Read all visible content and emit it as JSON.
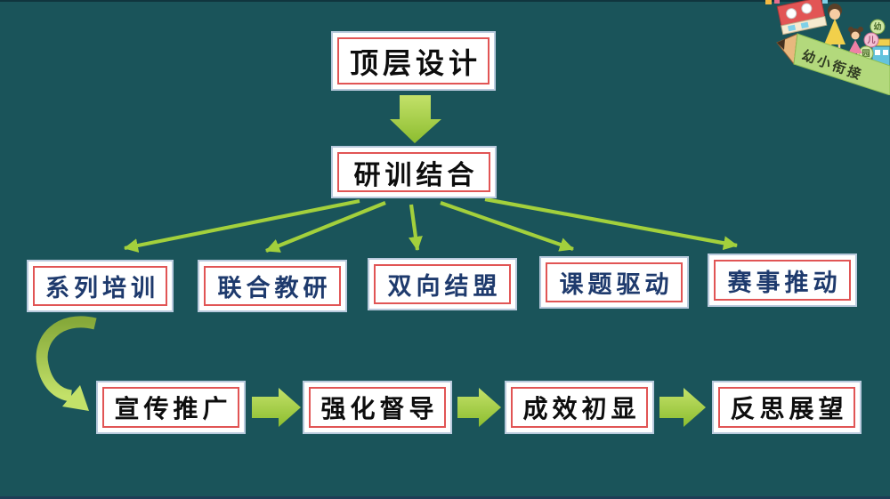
{
  "flowchart": {
    "root": {
      "label": "顶层设计"
    },
    "hub": {
      "label": "研训结合"
    },
    "branches": [
      {
        "label": "系列培训"
      },
      {
        "label": "联合教研"
      },
      {
        "label": "双向结盟"
      },
      {
        "label": "课题驱动"
      },
      {
        "label": "赛事推动"
      }
    ],
    "process": [
      {
        "label": "宣传推广"
      },
      {
        "label": "强化督导"
      },
      {
        "label": "成效初显"
      },
      {
        "label": "反思展望"
      }
    ]
  },
  "corner_badge": {
    "ribbon_label": "幼小衔接",
    "circle_labels": [
      "幼",
      "儿",
      "园"
    ]
  },
  "colors": {
    "background": "#1a545a",
    "edge_top": "#10353e",
    "edge_bottom": "#1d3e56",
    "arrow_main": "#a3d03c",
    "arrow_light": "#c3e169",
    "arrow_dark": "#8cbd2f",
    "box_fill": "#ffffff",
    "box_border": "#b9cadd",
    "box_inner_border": "#e15555",
    "text_dark": "#0d0d0d",
    "text_navy": "#1e3a6d",
    "ribbon_fill": "#b3d97c",
    "ribbon_text": "#2f3a22"
  }
}
